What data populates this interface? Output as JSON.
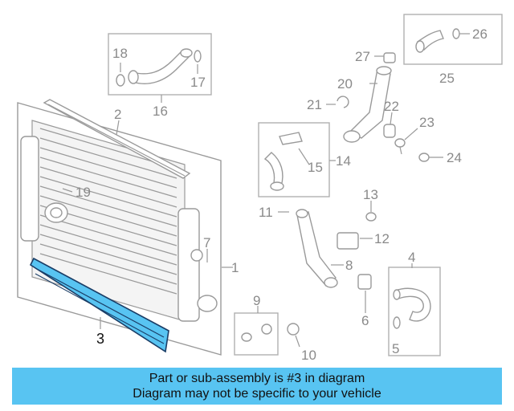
{
  "diagram": {
    "callouts": {
      "c1": "1",
      "c2": "2",
      "c3": "3",
      "c4": "4",
      "c5": "5",
      "c6": "6",
      "c7": "7",
      "c8": "8",
      "c9": "9",
      "c10": "10",
      "c11": "11",
      "c12": "12",
      "c13": "13",
      "c14": "14",
      "c15": "15",
      "c16": "16",
      "c17": "17",
      "c18": "18",
      "c19": "19",
      "c20": "20",
      "c21": "21",
      "c22": "22",
      "c23": "23",
      "c24": "24",
      "c25": "25",
      "c26": "26",
      "c27": "27"
    },
    "highlight_color": "#58c4f2"
  },
  "banner": {
    "line1": "Part or sub-assembly is #3 in diagram",
    "line2": "Diagram may not be specific to your vehicle",
    "background": "#58c4f2"
  }
}
